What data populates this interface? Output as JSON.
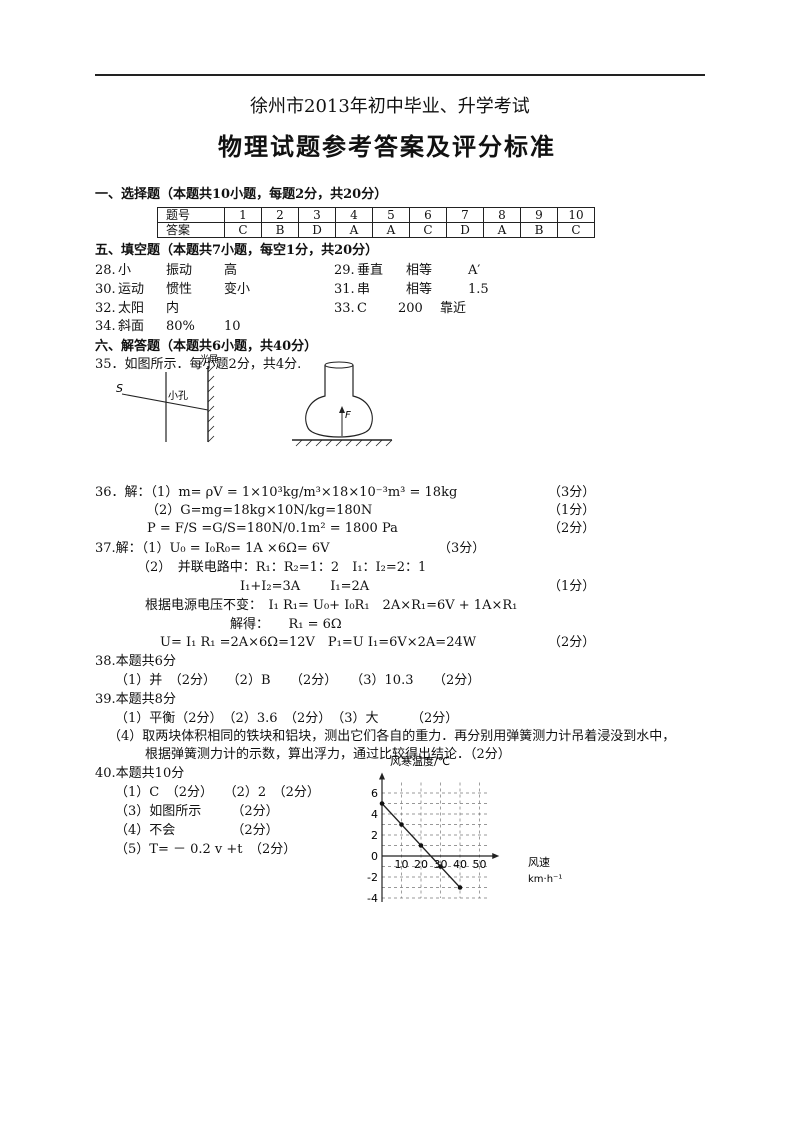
{
  "header": {
    "exam_name": "徐州市2013年初中毕业、升学考试",
    "doc_title": "物理试题参考答案及评分标准"
  },
  "section1": {
    "heading": "一、选择题（本题共10小题，每题2分，共20分）",
    "row_label_q": "题号",
    "row_label_a": "答案",
    "numbers": [
      "1",
      "2",
      "3",
      "4",
      "5",
      "6",
      "7",
      "8",
      "9",
      "10"
    ],
    "answers": [
      "C",
      "B",
      "D",
      "A",
      "A",
      "C",
      "D",
      "A",
      "B",
      "C"
    ]
  },
  "section5": {
    "heading": "五、填空题（本题共7小题，每空1分，共20分）",
    "items": [
      {
        "num": "28.",
        "a1": "小",
        "a2": "振动",
        "a3": "高"
      },
      {
        "num": "29.",
        "a1": "垂直",
        "a2": "相等",
        "a3": "A′"
      },
      {
        "num": "30.",
        "a1": "运动",
        "a2": "惯性",
        "a3": "变小"
      },
      {
        "num": "31.",
        "a1": "串",
        "a2": "相等",
        "a3": "1.5"
      },
      {
        "num": "32.",
        "a1": "太阳",
        "a2": "内",
        "a3": ""
      },
      {
        "num": "33.",
        "a1": "C",
        "a2": "200",
        "a3": "靠近"
      },
      {
        "num": "34.",
        "a1": "斜面",
        "a2": "80%",
        "a3": "10"
      }
    ]
  },
  "section6": {
    "heading": "六、解答题（本题共6小题，共40分）",
    "q35": "35．如图所示．每小题2分，共4分.",
    "fig35": {
      "label_s": "S",
      "label_hole": "小孔",
      "label_screen": "光屏",
      "label_f": "F"
    },
    "q36": {
      "l1": "36．解：（1）m= ρV = 1×10³kg/m³×18×10⁻³m³ = 18kg",
      "s1": "（3分）",
      "l2": "（2）G=mg=18kg×10N/kg=180N",
      "s2": "（1分）",
      "l3": "P = F/S =G/S=180N/0.1m² = 1800 Pa",
      "s3": "（2分）"
    },
    "q37": {
      "l1": "37.解：（1）U₀ = I₀R₀= 1A ×6Ω= 6V",
      "s1": "（3分）",
      "l2": "（2）　并联电路中：R₁：R₂=1：2　I₁：I₂=2：1",
      "l3": "I₁+I₂=3A　　 I₁=2A",
      "s3": "（1分）",
      "l4": "根据电源电压不变：　I₁ R₁= U₀+ I₀R₁　2A×R₁=6V + 1A×R₁",
      "l5": "解得：　　R₁ = 6Ω",
      "l6": "U= I₁ R₁ =2A×6Ω=12V　P₁=U I₁=6V×2A=24W",
      "s6": "（2分）"
    },
    "q38": {
      "head": "38.本题共6分",
      "line": "（1）并　（2分）　 （2）B　　（2分）　　（3）10.3　　（2分）"
    },
    "q39": {
      "head": "39.本题共8分",
      "l1": "（1）平衡（2分）　（2）3.6　（2分）　（3）大　　　（2分）",
      "l2": "（4）取两块体积相同的铁块和铝块，测出它们各自的重力．再分别用弹簧测力计吊着浸没到水中，",
      "l3": "根据弹簧测力计的示数，算出浮力，通过比较得出结论．（2分）"
    },
    "q40": {
      "head": "40.本题共10分",
      "l1": "（1）C　（2分）　 （2）2　（2分）",
      "l2": "（3）如图所示　　 （2分）",
      "l3": "（4）不会　　　　 （2分）",
      "l4": "（5）T= － 0.2 v +t　（2分）"
    }
  },
  "chart_data": {
    "type": "line",
    "title": "",
    "ylabel": "风寒温度/℃",
    "xlabel": "风速",
    "xunit": "km·h⁻¹",
    "x_ticks": [
      "10",
      "20",
      "30",
      "40",
      "50"
    ],
    "y_ticks": [
      "6",
      "4",
      "2",
      "0",
      "-2",
      "-4"
    ],
    "xlim": [
      0,
      55
    ],
    "ylim": [
      -4,
      7
    ],
    "series": [
      {
        "x": [
          0,
          10,
          20,
          30,
          40
        ],
        "values": [
          5,
          3,
          1,
          -1,
          -3
        ]
      }
    ]
  }
}
